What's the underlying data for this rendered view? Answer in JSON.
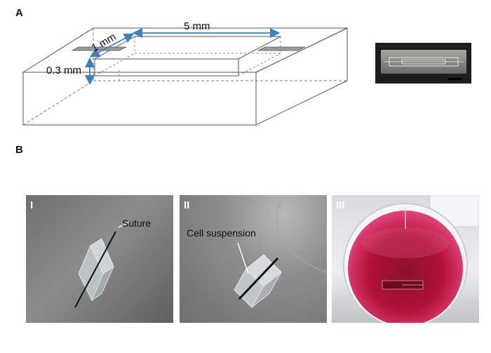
{
  "panel_a": {
    "letter": "A",
    "dim_width": "5 mm",
    "dim_depth": "1 mm",
    "dim_height": "0.3 mm",
    "colors": {
      "dimension_arrow": "#3d7fc1",
      "outline": "#555555"
    }
  },
  "panel_b": {
    "letter": "B",
    "photos": [
      {
        "label": "I",
        "annotation": "Suture"
      },
      {
        "label": "II",
        "annotation": "Cell suspension"
      },
      {
        "label": "III"
      }
    ]
  }
}
